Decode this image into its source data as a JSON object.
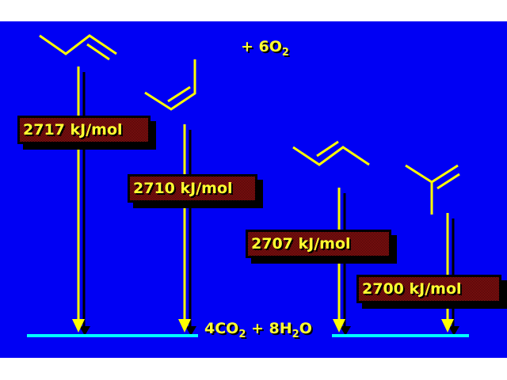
{
  "reactant_extra": {
    "prefix": "+ 6O",
    "sub": "2"
  },
  "products": {
    "a": "4CO",
    "a_sub": "2",
    "b": " + 8H",
    "b_sub": "2",
    "c": "O"
  },
  "molecules": [
    {
      "name": "1-butene",
      "label": "2717 kJ/mol"
    },
    {
      "name": "cis-2-butene",
      "label": "2710 kJ/mol"
    },
    {
      "name": "trans-2-butene",
      "label": "2707 kJ/mol"
    },
    {
      "name": "isobutylene",
      "label": "2700 kJ/mol"
    }
  ],
  "colors": {
    "background": "#0000f4",
    "bond": "#ffff00",
    "baseline": "#00ffff",
    "label_fill": "#a01818"
  }
}
